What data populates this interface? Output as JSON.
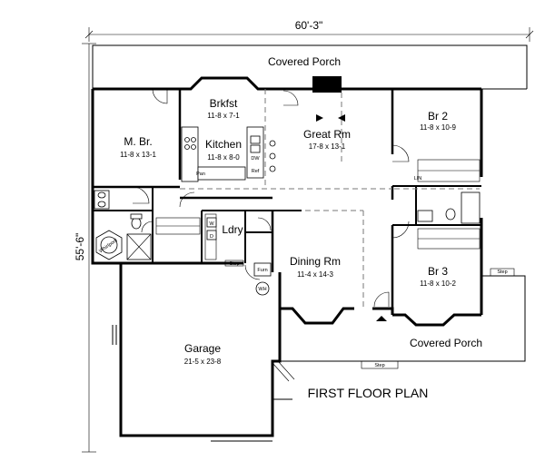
{
  "dimensions": {
    "width": "60'-3\"",
    "depth": "55'-6\""
  },
  "title": "FIRST FLOOR PLAN",
  "rooms": {
    "covered_porch_rear": {
      "name": "Covered Porch"
    },
    "brkfst": {
      "name": "Brkfst",
      "size": "11-8 x 7-1"
    },
    "master_br": {
      "name": "M. Br.",
      "size": "11-8 x 13-1"
    },
    "kitchen": {
      "name": "Kitchen",
      "size": "11-8 x 8-0"
    },
    "great_rm": {
      "name": "Great Rm",
      "size": "17-8 x 13-1"
    },
    "br2": {
      "name": "Br 2",
      "size": "11-8 x 10-9"
    },
    "br3": {
      "name": "Br 3",
      "size": "11-8 x 10-2"
    },
    "dining_rm": {
      "name": "Dining Rm",
      "size": "11-4 x 14-3"
    },
    "ldry": {
      "name": "Ldry"
    },
    "garage": {
      "name": "Garage",
      "size": "21-5 x 23-8"
    },
    "covered_porch_front": {
      "name": "Covered Porch"
    }
  },
  "small_labels": {
    "pan": "Pan",
    "dw": "DW",
    "ref": "Ref",
    "lin": "LIN",
    "step_garage": "Step",
    "step_br3": "Step",
    "step_porch": "Step",
    "furn": "Furn",
    "wh": "WH",
    "w": "W",
    "d": "D",
    "whirlpool": "Whirlpool"
  }
}
